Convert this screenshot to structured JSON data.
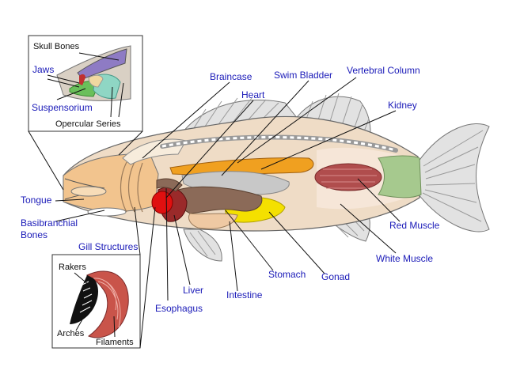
{
  "colors": {
    "label_blue": "#1a1ab8",
    "body": "#efdcc6",
    "head": "#f2c48e",
    "fins": "#dddddd",
    "caudal_muscle": "#a6c98e",
    "red_muscle": "#b04d4d",
    "swim_bladder": "#c8c8c8",
    "kidney": "#f0a020",
    "stomach": "#8b6a58",
    "gonad": "#f4e000",
    "heart": "#e01010",
    "liver": "#9a2a2a",
    "gill": "#c9544a"
  },
  "labels": {
    "braincase": "Braincase",
    "swim_bladder": "Swim Bladder",
    "vertebral_column": "Vertebral Column",
    "heart": "Heart",
    "kidney": "Kidney",
    "tongue": "Tongue",
    "basibranchial_1": "Basibranchial",
    "basibranchial_2": "Bones",
    "gill_structures": "Gill Structures",
    "red_muscle": "Red Muscle",
    "white_muscle": "White Muscle",
    "stomach": "Stomach",
    "gonad": "Gonad",
    "liver": "Liver",
    "intestine": "Intestine",
    "esophagus": "Esophagus"
  },
  "skull_inset": {
    "skull_bones": "Skull Bones",
    "jaws": "Jaws",
    "suspensorium": "Suspensorium",
    "opercular_series": "Opercular Series"
  },
  "gill_inset": {
    "rakers": "Rakers",
    "arches": "Arches",
    "filaments": "Filaments"
  }
}
